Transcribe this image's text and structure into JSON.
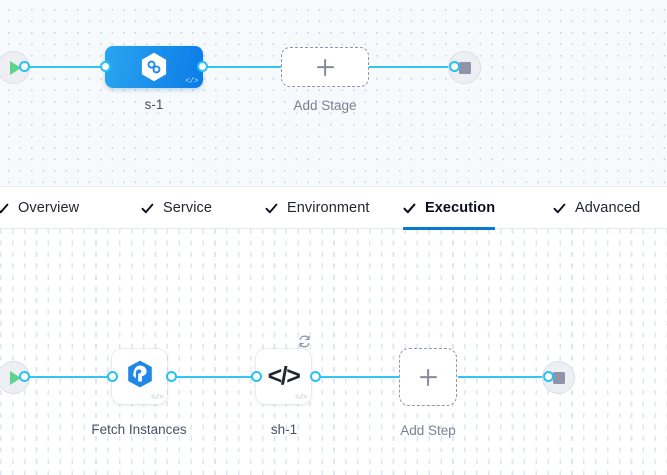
{
  "theme": {
    "wire_color": "#33c5f3",
    "port_ring": "#27c2f0",
    "active_tab_underline": "#0878d4",
    "stage_gradient_from": "#2aa6f0",
    "stage_gradient_to": "#0b7ce8",
    "play_green": "#5fd38d",
    "stop_gray": "#9194a8",
    "dashed_border": "#9196ab"
  },
  "stage_canvas": {
    "name": "stage-graph",
    "start_node": {
      "icon": "play-icon",
      "label": ""
    },
    "stage": {
      "label": "s-1",
      "icon": "harness-hexagon-icon",
      "corner_badge": "</>"
    },
    "add_stage": {
      "label": "Add Stage",
      "icon": "plus-icon"
    },
    "end_node": {
      "icon": "stop-icon",
      "label": ""
    }
  },
  "tab_bar": {
    "name": "stage-config-tabs",
    "tabs": [
      {
        "label": "Overview",
        "check": "check-icon",
        "active": false
      },
      {
        "label": "Service",
        "check": "check-icon",
        "active": false
      },
      {
        "label": "Environment",
        "check": "check-icon",
        "active": false
      },
      {
        "label": "Execution",
        "check": "check-icon",
        "active": true
      },
      {
        "label": "Advanced",
        "check": "check-icon",
        "active": false
      }
    ]
  },
  "step_canvas": {
    "name": "execution-step-graph",
    "start_node": {
      "icon": "play-icon",
      "label": ""
    },
    "steps": [
      {
        "label": "Fetch Instances",
        "icon": "harness-hexagon-icon",
        "corner_badge": "</>",
        "loop_badge": ""
      },
      {
        "label": "sh-1",
        "icon": "shell-script-icon",
        "glyph": "</>",
        "corner_badge": "</>",
        "loop_badge": "loop-icon"
      }
    ],
    "add_step": {
      "label": "Add Step",
      "icon": "plus-icon"
    },
    "end_node": {
      "icon": "stop-icon",
      "label": ""
    }
  }
}
